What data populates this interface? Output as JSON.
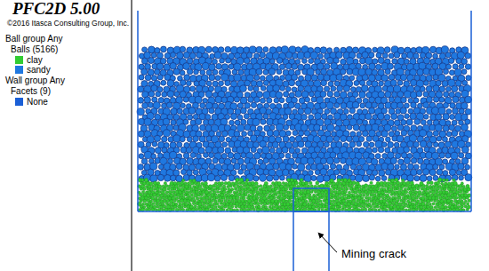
{
  "diagram": {
    "title": "PFC2D 5.00",
    "labels": [
      "©2016 Itasca Consulting Group, Inc.",
      "Ball group Any",
      "Balls (5166)",
      "Wall group Any",
      "Facets (9)",
      "Mining crack"
    ],
    "legend": [
      {
        "text": "clay",
        "color": "#33cc33"
      },
      {
        "text": "sandy",
        "color": "#1f78e0"
      },
      {
        "text": "None",
        "color": "#1a5fd6"
      }
    ]
  }
}
